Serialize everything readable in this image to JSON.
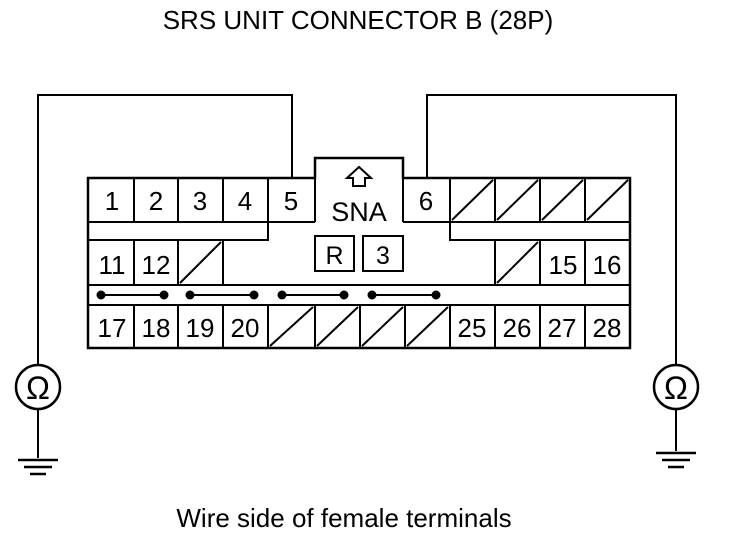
{
  "title": "SRS UNIT CONNECTOR B (28P)",
  "caption": "Wire side of female terminals",
  "connector": {
    "top_row": [
      "1",
      "2",
      "3",
      "4",
      "5",
      "6"
    ],
    "middle_row": [
      "11",
      "12",
      "15",
      "16"
    ],
    "bottom_row": [
      "17",
      "18",
      "19",
      "20",
      "25",
      "26",
      "27",
      "28"
    ],
    "lock_label": "SNA",
    "key_labels": [
      "R",
      "3"
    ]
  },
  "meters": {
    "left_symbol": "Ω",
    "right_symbol": "Ω"
  },
  "colors": {
    "line": "#000000",
    "background": "#ffffff"
  }
}
